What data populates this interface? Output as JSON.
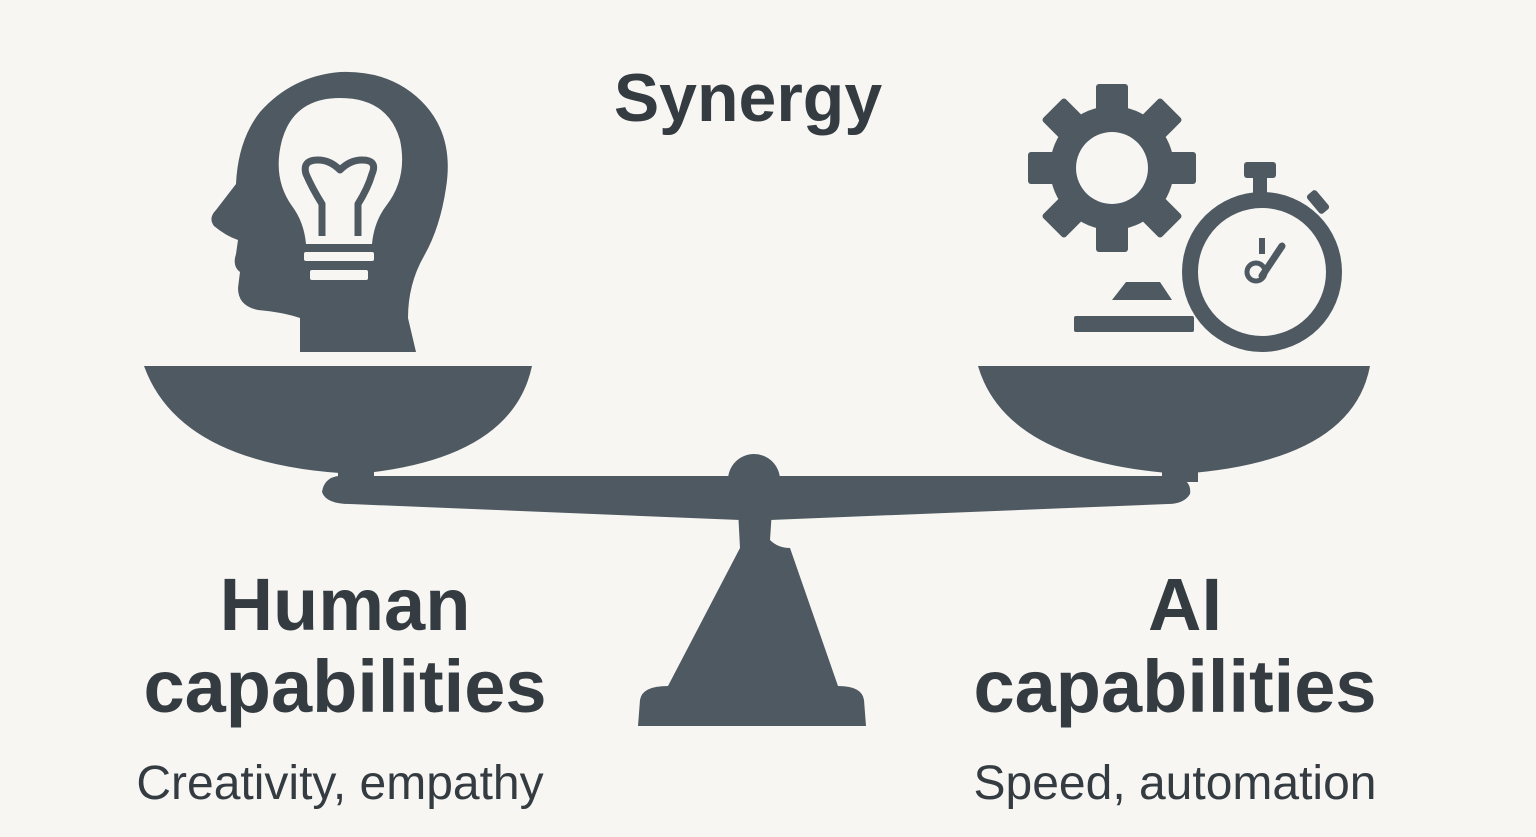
{
  "title": "Synergy",
  "left": {
    "heading_line1": "Human",
    "heading_line2": "capabilities",
    "subtext": "Creativity, empathy",
    "icon": "head-with-lightbulb-icon"
  },
  "right": {
    "heading_line1": "AI",
    "heading_line2": "capabilities",
    "subtext": "Speed, automation",
    "icons": [
      "gear-icon",
      "stopwatch-icon"
    ]
  },
  "colors": {
    "background": "#f7f6f3",
    "ink": "#343c42",
    "icon_fill": "#4f5961"
  }
}
